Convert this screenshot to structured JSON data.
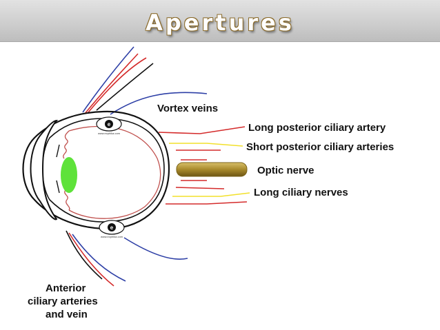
{
  "title": "Apertures",
  "labels": {
    "vortex_veins": "Vortex veins",
    "long_posterior_ciliary_artery": "Long posterior ciliary artery",
    "short_posterior_ciliary_arteries": "Short posterior ciliary arteries",
    "optic_nerve": "Optic nerve",
    "long_ciliary_nerves": "Long ciliary nerves",
    "anterior_line1": "Anterior",
    "anterior_line2": "ciliary arteries",
    "anterior_line3": "and vein"
  },
  "watermark": "www.ezphika.com",
  "colors": {
    "artery": "#d42a2a",
    "vein": "#2d3fa6",
    "nerve": "#f2e02a",
    "optic_nerve": "#a88a2c",
    "lens": "#5ee23a",
    "outline": "#111111",
    "retina": "#c0504d"
  }
}
